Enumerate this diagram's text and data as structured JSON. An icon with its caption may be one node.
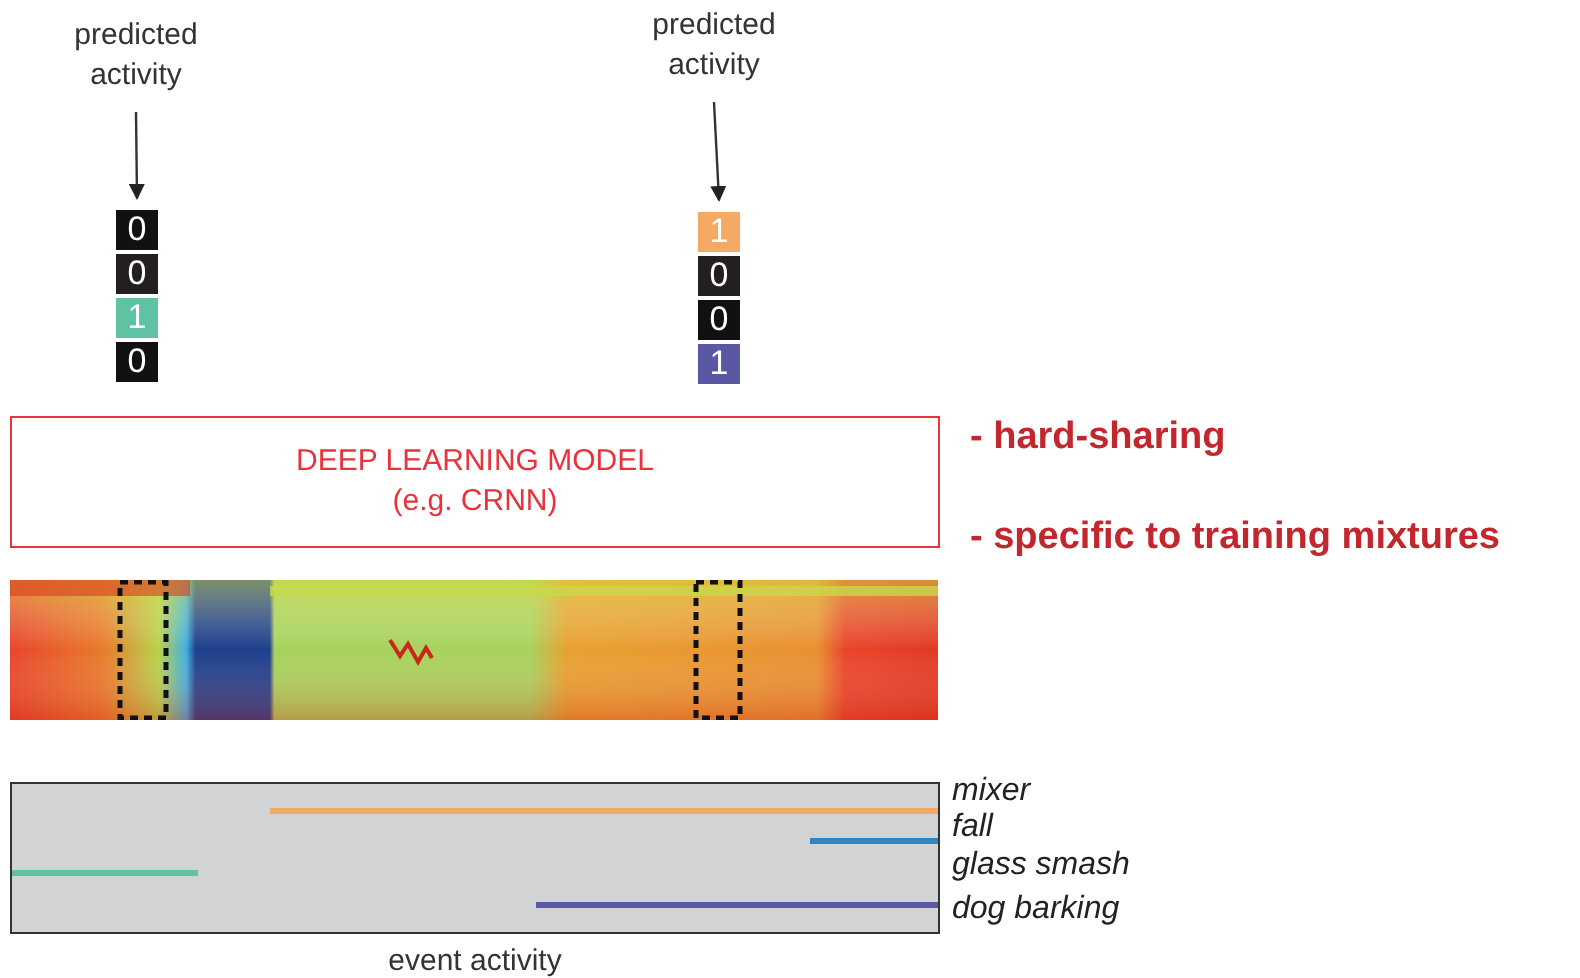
{
  "diagram": {
    "nodes": [
      {
        "text": [
          "predicted activity"
        ]
      },
      {
        "text": [
          "0",
          "0",
          "1",
          "0"
        ]
      },
      {
        "text": [
          "predicted activity"
        ]
      },
      {
        "text": [
          "1",
          "0",
          "0",
          "1"
        ]
      },
      {
        "text": [
          "DEEP LEARNING MODEL",
          "(e.g. CRNN)"
        ]
      },
      {
        "text": [
          "event activity"
        ]
      }
    ],
    "edges": [
      {
        "from": 0,
        "to": 1,
        "arrow": "to"
      },
      {
        "from": 2,
        "to": 3,
        "arrow": "to"
      }
    ],
    "labels": [
      "- hard-sharing",
      "- specific to training mixtures",
      "mixer",
      "fall",
      "glass smash",
      "dog barking"
    ]
  }
}
